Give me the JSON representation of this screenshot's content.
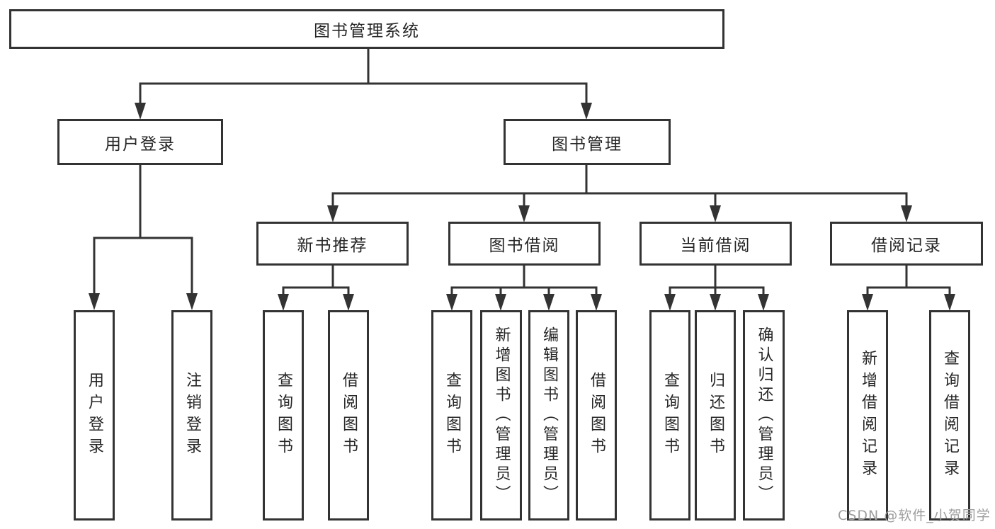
{
  "diagram": {
    "type": "hierarchy-tree",
    "title": "图书管理系统",
    "colors": {
      "line": "#333333",
      "border": "#333333",
      "text": "#262626",
      "background": "#ffffff",
      "watermark": "#9e9e9e"
    }
  },
  "nodes": {
    "root": {
      "label": "图书管理系统"
    },
    "user_login": {
      "label": "用户登录"
    },
    "book_mgmt": {
      "label": "图书管理"
    },
    "new_books": {
      "label": "新书推荐"
    },
    "borrowing": {
      "label": "图书借阅"
    },
    "current_borrow": {
      "label": "当前借阅"
    },
    "borrow_records": {
      "label": "借阅记录"
    },
    "leaf_user_login": {
      "label": "用户登录"
    },
    "leaf_logout": {
      "label": "注销登录"
    },
    "leaf_nb_search": {
      "label": "查询图书"
    },
    "leaf_nb_borrow": {
      "label": "借阅图书"
    },
    "leaf_bw_search": {
      "label": "查询图书"
    },
    "leaf_bw_add": {
      "label": "新增图书（管理员）"
    },
    "leaf_bw_edit": {
      "label": "编辑图书（管理员）"
    },
    "leaf_bw_borrow": {
      "label": "借阅图书"
    },
    "leaf_cb_search": {
      "label": "查询图书"
    },
    "leaf_cb_return": {
      "label": "归还图书"
    },
    "leaf_cb_confirm": {
      "label": "确认归还（管理员）"
    },
    "leaf_rc_add": {
      "label": "新增借阅记录"
    },
    "leaf_rc_search": {
      "label": "查询借阅记录"
    }
  },
  "hierarchy": {
    "图书管理系统": {
      "用户登录": [
        "用户登录",
        "注销登录"
      ],
      "图书管理": {
        "新书推荐": [
          "查询图书",
          "借阅图书"
        ],
        "图书借阅": [
          "查询图书",
          "新增图书（管理员）",
          "编辑图书（管理员）",
          "借阅图书"
        ],
        "当前借阅": [
          "查询图书",
          "归还图书",
          "确认归还（管理员）"
        ],
        "借阅记录": [
          "新增借阅记录",
          "查询借阅记录"
        ]
      }
    }
  },
  "watermark": {
    "text": "CSDN @软件_小贺同学"
  }
}
